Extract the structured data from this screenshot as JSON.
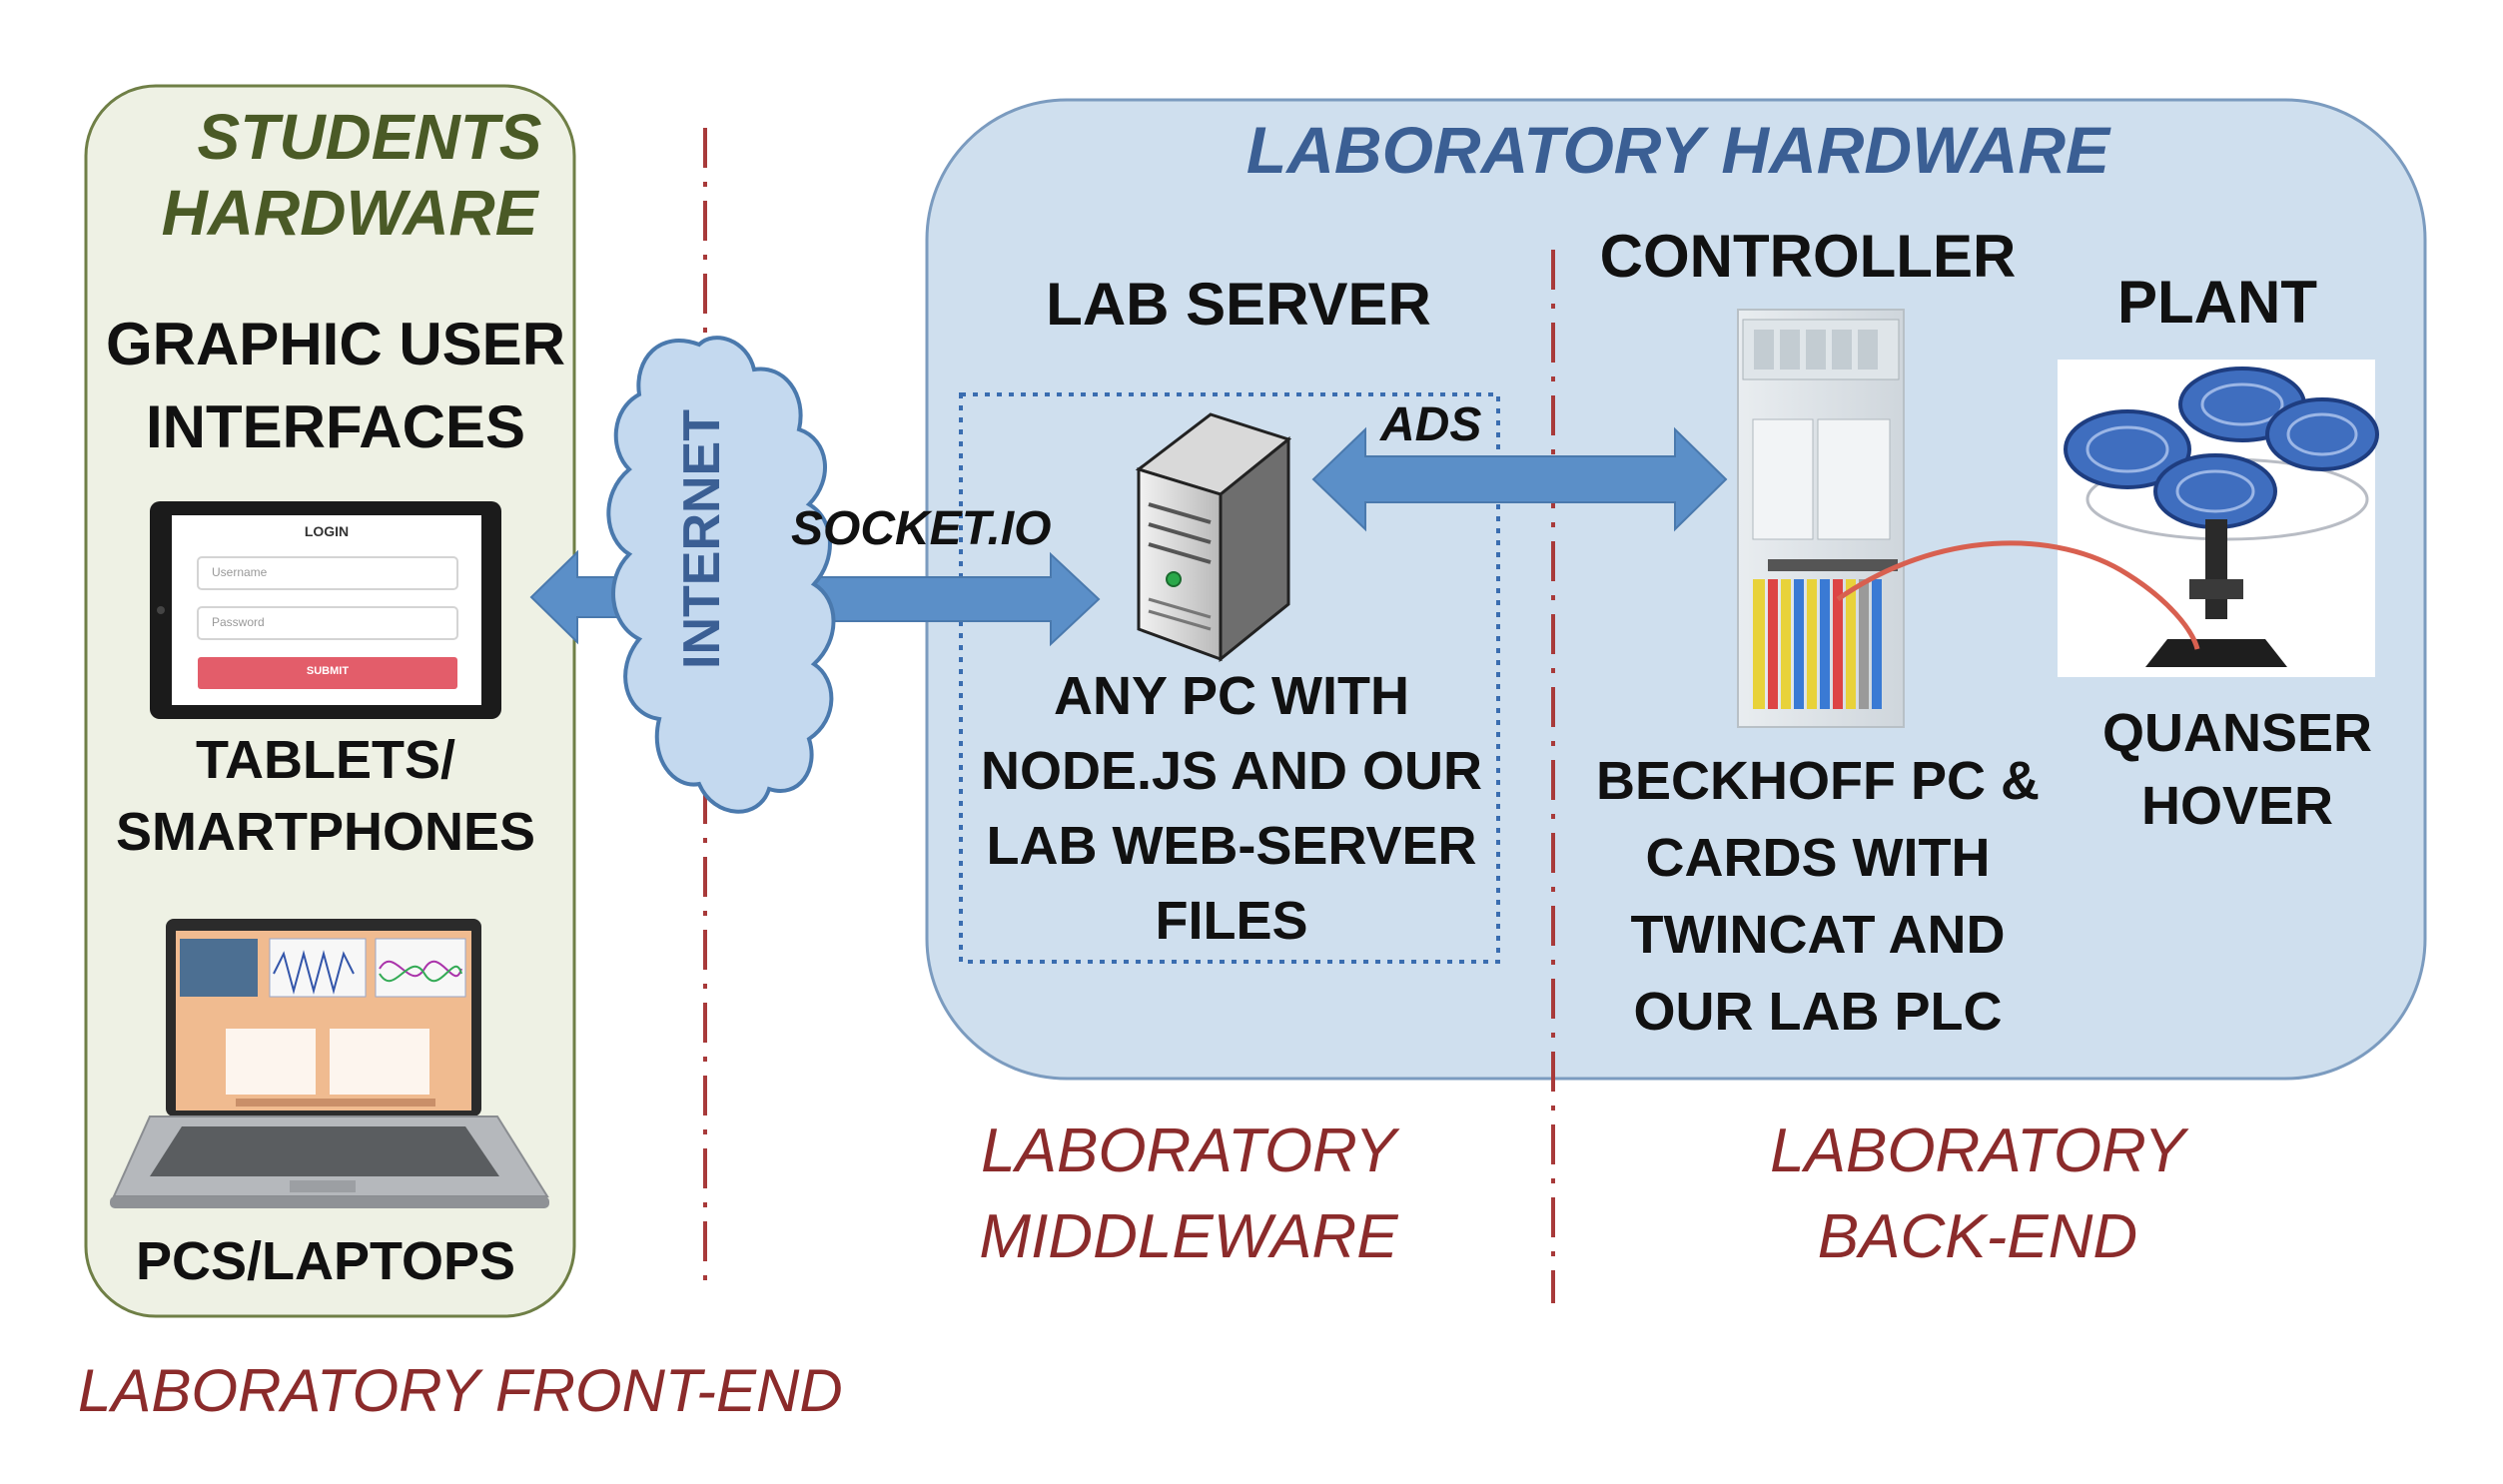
{
  "students": {
    "title_line1": "STUDENTS",
    "title_line2": "HARDWARE",
    "gui_line1": "GRAPHIC USER",
    "gui_line2": "INTERFACES",
    "tablet": {
      "login_title": "LOGIN",
      "username_placeholder": "Username",
      "password_placeholder": "Password",
      "submit_label": "SUBMIT"
    },
    "tablets_line1": "TABLETS/",
    "tablets_line2": "SMARTPHONES",
    "pcs_label": "PCS/LAPTOPS"
  },
  "internet_label": "INTERNET",
  "socket_label": "SOCKET.IO",
  "ads_label": "ADS",
  "lab_hardware": {
    "title": "LABORATORY HARDWARE",
    "lab_server_title": "LAB SERVER",
    "server_desc": [
      "ANY PC WITH",
      "NODE.JS AND OUR",
      "LAB WEB-SERVER",
      "FILES"
    ],
    "controller_title": "CONTROLLER",
    "controller_desc": [
      "BECKHOFF PC &",
      "CARDS WITH",
      "TWINCAT AND",
      "OUR LAB PLC"
    ],
    "plant_title": "PLANT",
    "plant_desc": [
      "QUANSER",
      "HOVER"
    ]
  },
  "tiers": {
    "front_end": "LABORATORY FRONT-END",
    "middleware_line1": "LABORATORY",
    "middleware_line2": "MIDDLEWARE",
    "backend_line1": "LABORATORY",
    "backend_line2": "BACK-END"
  },
  "colors": {
    "students_box_fill": "#eef1e4",
    "students_box_stroke": "#6f7f46",
    "lab_box_fill": "#cfdfee",
    "lab_box_stroke": "#7b9bbf",
    "arrow_fill": "#5b8fc8",
    "divider": "#a83a3a",
    "cloud_fill": "#c4d9ef",
    "cable": "#d86050"
  }
}
